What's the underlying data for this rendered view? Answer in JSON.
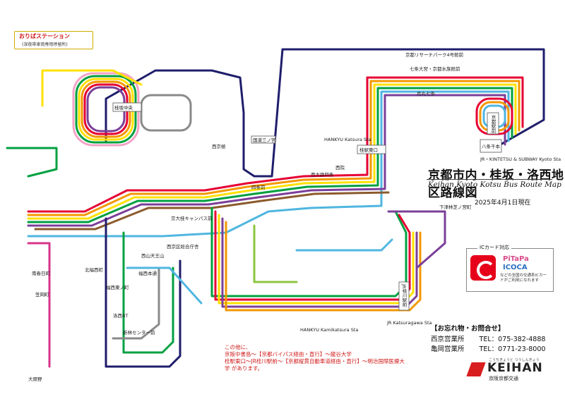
{
  "map": {
    "title": "京都市内・桂坂・洛西地区路線図",
    "subtitle": "Keihan Kyoto Kotsu Bus Route Map",
    "date": "2025年4月1日現在",
    "colors": {
      "navy": "#1f1d6b",
      "red": "#e60033",
      "orange": "#f39800",
      "yellow": "#ffe100",
      "green": "#00a040",
      "lightgreen": "#8cc63f",
      "cyan": "#4fb6e0",
      "magenta": "#d7348b",
      "pink": "#f4a3c5",
      "purple": "#7b3f98",
      "gray": "#8a8a8a",
      "brown": "#8b5a2b"
    }
  },
  "station": {
    "name": "おりばステーション",
    "note": "(深夜帯車両専用停留所)"
  },
  "labels": {
    "katsurazaka": "桂坂中央",
    "kyotoEki": "京都駅前",
    "karasuma": "烏丸七条",
    "katsuraekiHigashi": "桂駅東口",
    "kokudoSanjo": "国道三ノ宮",
    "shijoMae": "四条前",
    "nishikyogoku": "西京極",
    "hankyuKatsura": "HANKYU Katsura Sta",
    "hankyuKamikatsura": "HANKYU Kamikatsura Sta",
    "jrKatsuragawa": "JR Katsuragawa Sta",
    "jrKatsuragawaJp": "JR桂川駅前",
    "jrKyoto": "JR・KINTETSU & SUBWAY Kyoto Sta",
    "kyotoResearch": "京都リサーチパーク4号館前",
    "shichijoOmiya": "七条大宮・京都水族館前",
    "shimotsuKenMae": "下津林芝ノ宮町",
    "kitafukuMaru": "北福西町",
    "nishiyamaTennouzan": "西山天王山",
    "hachijoYosui": "八条千本",
    "rakusaiBT": "洛西BT",
    "shinkawa": "新林センター前",
    "nishiNishijo": "西京区総合庁舎",
    "nishiyoshi": "西大路四条",
    "nishiyoshi2": "西院",
    "kyoudai": "京大桂キャンパス前",
    "fukuNishi": "福西本通",
    "fukuNishiHigashi": "福西東ノ町",
    "oharano": "大原野",
    "minamiKasugacho": "南春日町",
    "kasaoka": "笠岡町"
  },
  "ic": {
    "title": "ICカード対応",
    "pitapa": "PiTaPa",
    "icoca": "ICOCA",
    "note": "などの全国の交通系ICカードがご利用になれます"
  },
  "contact": {
    "title": "【お忘れ物・お問合せ】",
    "office1": "西京営業所",
    "tel1": "TEL：075-382-4888",
    "office2": "亀岡営業所",
    "tel2": "TEL：0771-23-8000"
  },
  "note": {
    "line1": "この他に、",
    "line2": "京阪中書島～【京都バイパス経由・直行】～龍谷大学",
    "line3": "桂駅東口～JR桂川駅前～【京都縦貫自動車道経由・直行】～明治国際医療大学 があります。"
  },
  "logo": {
    "name": "KEIHAN",
    "ruby": "こうちきょうと つうしんきょう",
    "sub": "京阪京都交通"
  }
}
